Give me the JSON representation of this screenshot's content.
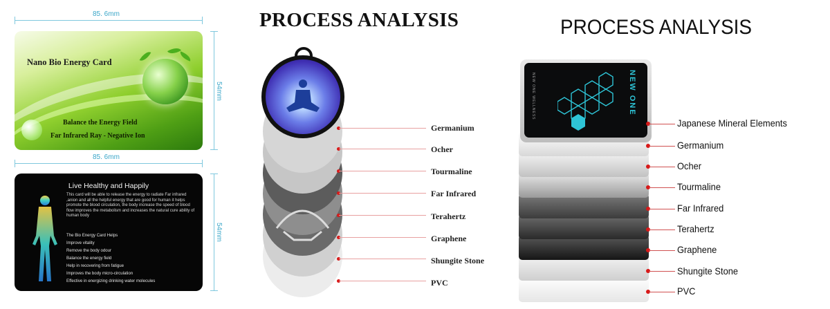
{
  "dimensions": {
    "card_width": "85. 6mm",
    "card_height": "54mm"
  },
  "front_card": {
    "title": "Nano Bio Energy Card",
    "line1": "Balance the Energy Field",
    "line2": "Far Infrared Ray - Negative Ion"
  },
  "back_card": {
    "title": "Live Healthy and Happily",
    "description": "This card will be able to release the energy to radiate Far infrared ,anion and all the helpful energy that are good for human it helps promote the blood circulation, the body increase the speed of blood flow improves the metabolism and increases the natural cure ability of human body",
    "helps_title": "The Bio Energy Card Helps",
    "helps": [
      "Improve vitality",
      "Remove the body odour",
      "Balance the energy field",
      "Help in recovering from fatigue",
      "Improves the body micro-circulation",
      "Effective in energizing drinking water molecules"
    ]
  },
  "middle_section": {
    "heading": "PROCESS ANALYSIS",
    "layers": [
      "Germanium",
      "Ocher",
      "Tourmaline",
      "Far Infrared",
      "Terahertz",
      "Graphene",
      "Shungite Stone",
      "PVC"
    ]
  },
  "right_section": {
    "heading": "PROCESS ANALYSIS",
    "card_brand": "NEW ONE",
    "card_small_text": "NEW ONE WELLNESS",
    "layers": [
      "Japanese Mineral Elements",
      "Germanium",
      "Ocher",
      "Tourmaline",
      "Far Infrared",
      "Terahertz",
      "Graphene",
      "Shungite Stone",
      "PVC"
    ]
  },
  "colors": {
    "accent_dimension": "#3aa6c8",
    "marker_red": "#d81818",
    "card_teal": "#2ec4d6"
  }
}
